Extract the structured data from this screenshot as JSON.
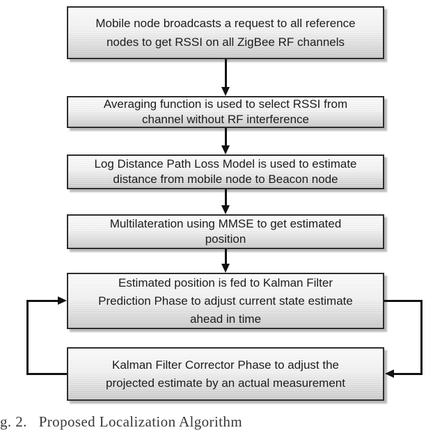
{
  "figure": {
    "caption": "g. 2.   Proposed Localization Algorithm"
  },
  "flowchart": {
    "boxes": [
      {
        "id": "broadcast-request",
        "lines": [
          "Mobile node  broadcasts a request to all reference",
          "nodes to get RSSI on all ZigBee RF channels"
        ]
      },
      {
        "id": "averaging-function",
        "lines": [
          "Averaging function is used to select RSSI from",
          "channel without RF interference"
        ]
      },
      {
        "id": "log-distance-path-loss",
        "lines": [
          "Log Distance Path Loss Model is used to estimate",
          "distance from mobile node to Beacon node"
        ]
      },
      {
        "id": "multilateration-mmse",
        "lines": [
          "Multilateration using MMSE to get estimated",
          "position"
        ]
      },
      {
        "id": "kalman-prediction",
        "lines": [
          "Estimated position is fed to Kalman Filter",
          "Prediction Phase to adjust current state estimate",
          "ahead in time"
        ]
      },
      {
        "id": "kalman-corrector",
        "lines": [
          "Kalman Filter Corrector Phase to adjust the",
          "projected estimate by an actual measurement"
        ]
      }
    ],
    "connectors": [
      "broadcast-request -> averaging-function",
      "averaging-function -> log-distance-path-loss",
      "log-distance-path-loss -> multilateration-mmse",
      "multilateration-mmse -> kalman-prediction",
      "kalman-prediction -> kalman-corrector (right feedback loop)",
      "kalman-corrector -> kalman-prediction (left feedback loop)"
    ],
    "colors": {
      "box_border": "#2d2d2d",
      "box_fill_top": "#fbfbfb",
      "box_fill_bottom": "#c9c9c9",
      "box_shadow": "#7d7d7d",
      "arrow": "#121212",
      "text": "#1c1c1c",
      "caption_text": "#383838",
      "background": "#ffffff"
    }
  }
}
